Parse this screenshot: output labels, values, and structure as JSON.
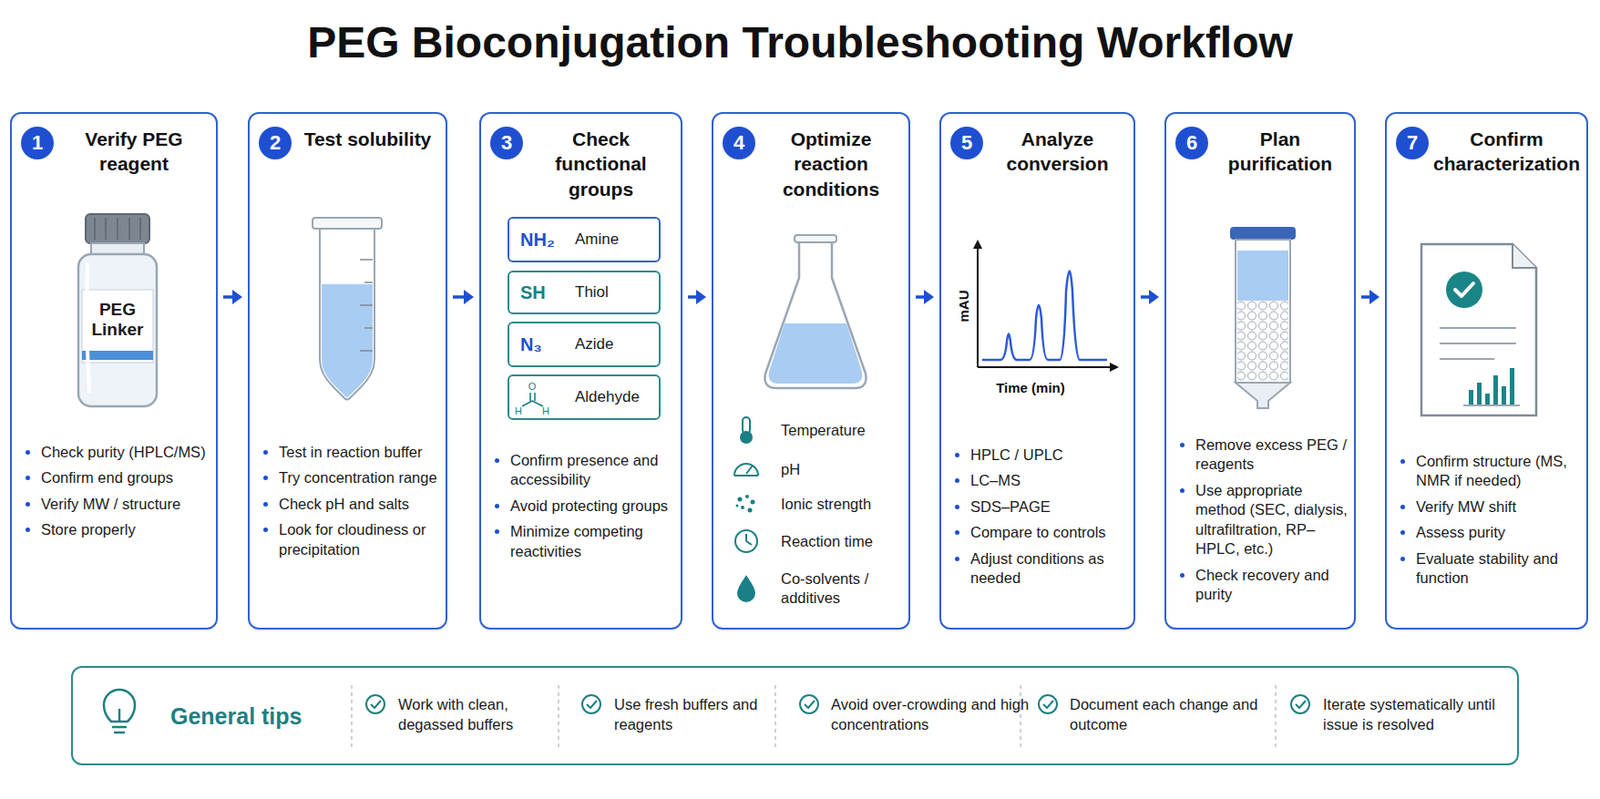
{
  "diagram": {
    "title": "PEG Bioconjugation Troubleshooting Workflow",
    "nodes": [
      {
        "text": [
          "1",
          "Verify PEG reagent",
          "Check purity (HPLC/MS)",
          "Confirm end groups",
          "Verify MW / structure",
          "Store properly"
        ]
      },
      {
        "text": [
          "2",
          "Test solubility",
          "Test in reaction buffer",
          "Try concentration range",
          "Check pH and salts",
          "Look for cloudiness or precipitation"
        ]
      },
      {
        "text": [
          "3",
          "Check functional groups",
          "Confirm presence and accessibility",
          "Avoid protecting groups",
          "Minimize competing reactivities"
        ]
      },
      {
        "text": [
          "NH₂",
          "Amine"
        ],
        "in": 2
      },
      {
        "text": [
          "SH",
          "Thiol"
        ],
        "in": 2
      },
      {
        "text": [
          "N₃",
          "Azide"
        ],
        "in": 2
      },
      {
        "text": [
          "Aldehyde"
        ],
        "in": 2
      },
      {
        "text": [
          "4",
          "Optimize reaction conditions",
          "Temperature",
          "pH",
          "Ionic strength",
          "Reaction time",
          "Co-solvents / additives"
        ]
      },
      {
        "text": [
          "5",
          "Analyze conversion",
          "HPLC / UPLC",
          "LC–MS",
          "SDS–PAGE",
          "Compare to controls",
          "Adjust conditions as needed"
        ]
      },
      {
        "text": [
          "6",
          "Plan purification",
          "Remove excess PEG / reagents",
          "Use appropriate method (SEC, dialysis, ultrafiltration, RP–HPLC, etc.)",
          "Check recovery and purity"
        ]
      },
      {
        "text": [
          "7",
          "Confirm characterization",
          "Confirm structure (MS, NMR if needed)",
          "Verify MW shift",
          "Assess purity",
          "Evaluate stability and function"
        ]
      },
      {
        "text": [
          "General tips",
          "Work with clean, degassed buffers",
          "Use fresh buffers and reagents",
          "Avoid over-crowding and high concentrations",
          "Document each change and outcome",
          "Iterate systematically until issue is resolved"
        ]
      }
    ],
    "edges": [
      {
        "from": 0,
        "to": 1,
        "arrow": "to"
      },
      {
        "from": 1,
        "to": 2,
        "arrow": "to"
      },
      {
        "from": 2,
        "to": 7,
        "arrow": "to"
      },
      {
        "from": 7,
        "to": 8,
        "arrow": "to"
      },
      {
        "from": 8,
        "to": 9,
        "arrow": "to"
      },
      {
        "from": 9,
        "to": 10,
        "arrow": "to"
      }
    ],
    "labels": [
      "PEG Linker",
      "O",
      "H",
      "H",
      "mAU",
      "Time (min)"
    ]
  }
}
